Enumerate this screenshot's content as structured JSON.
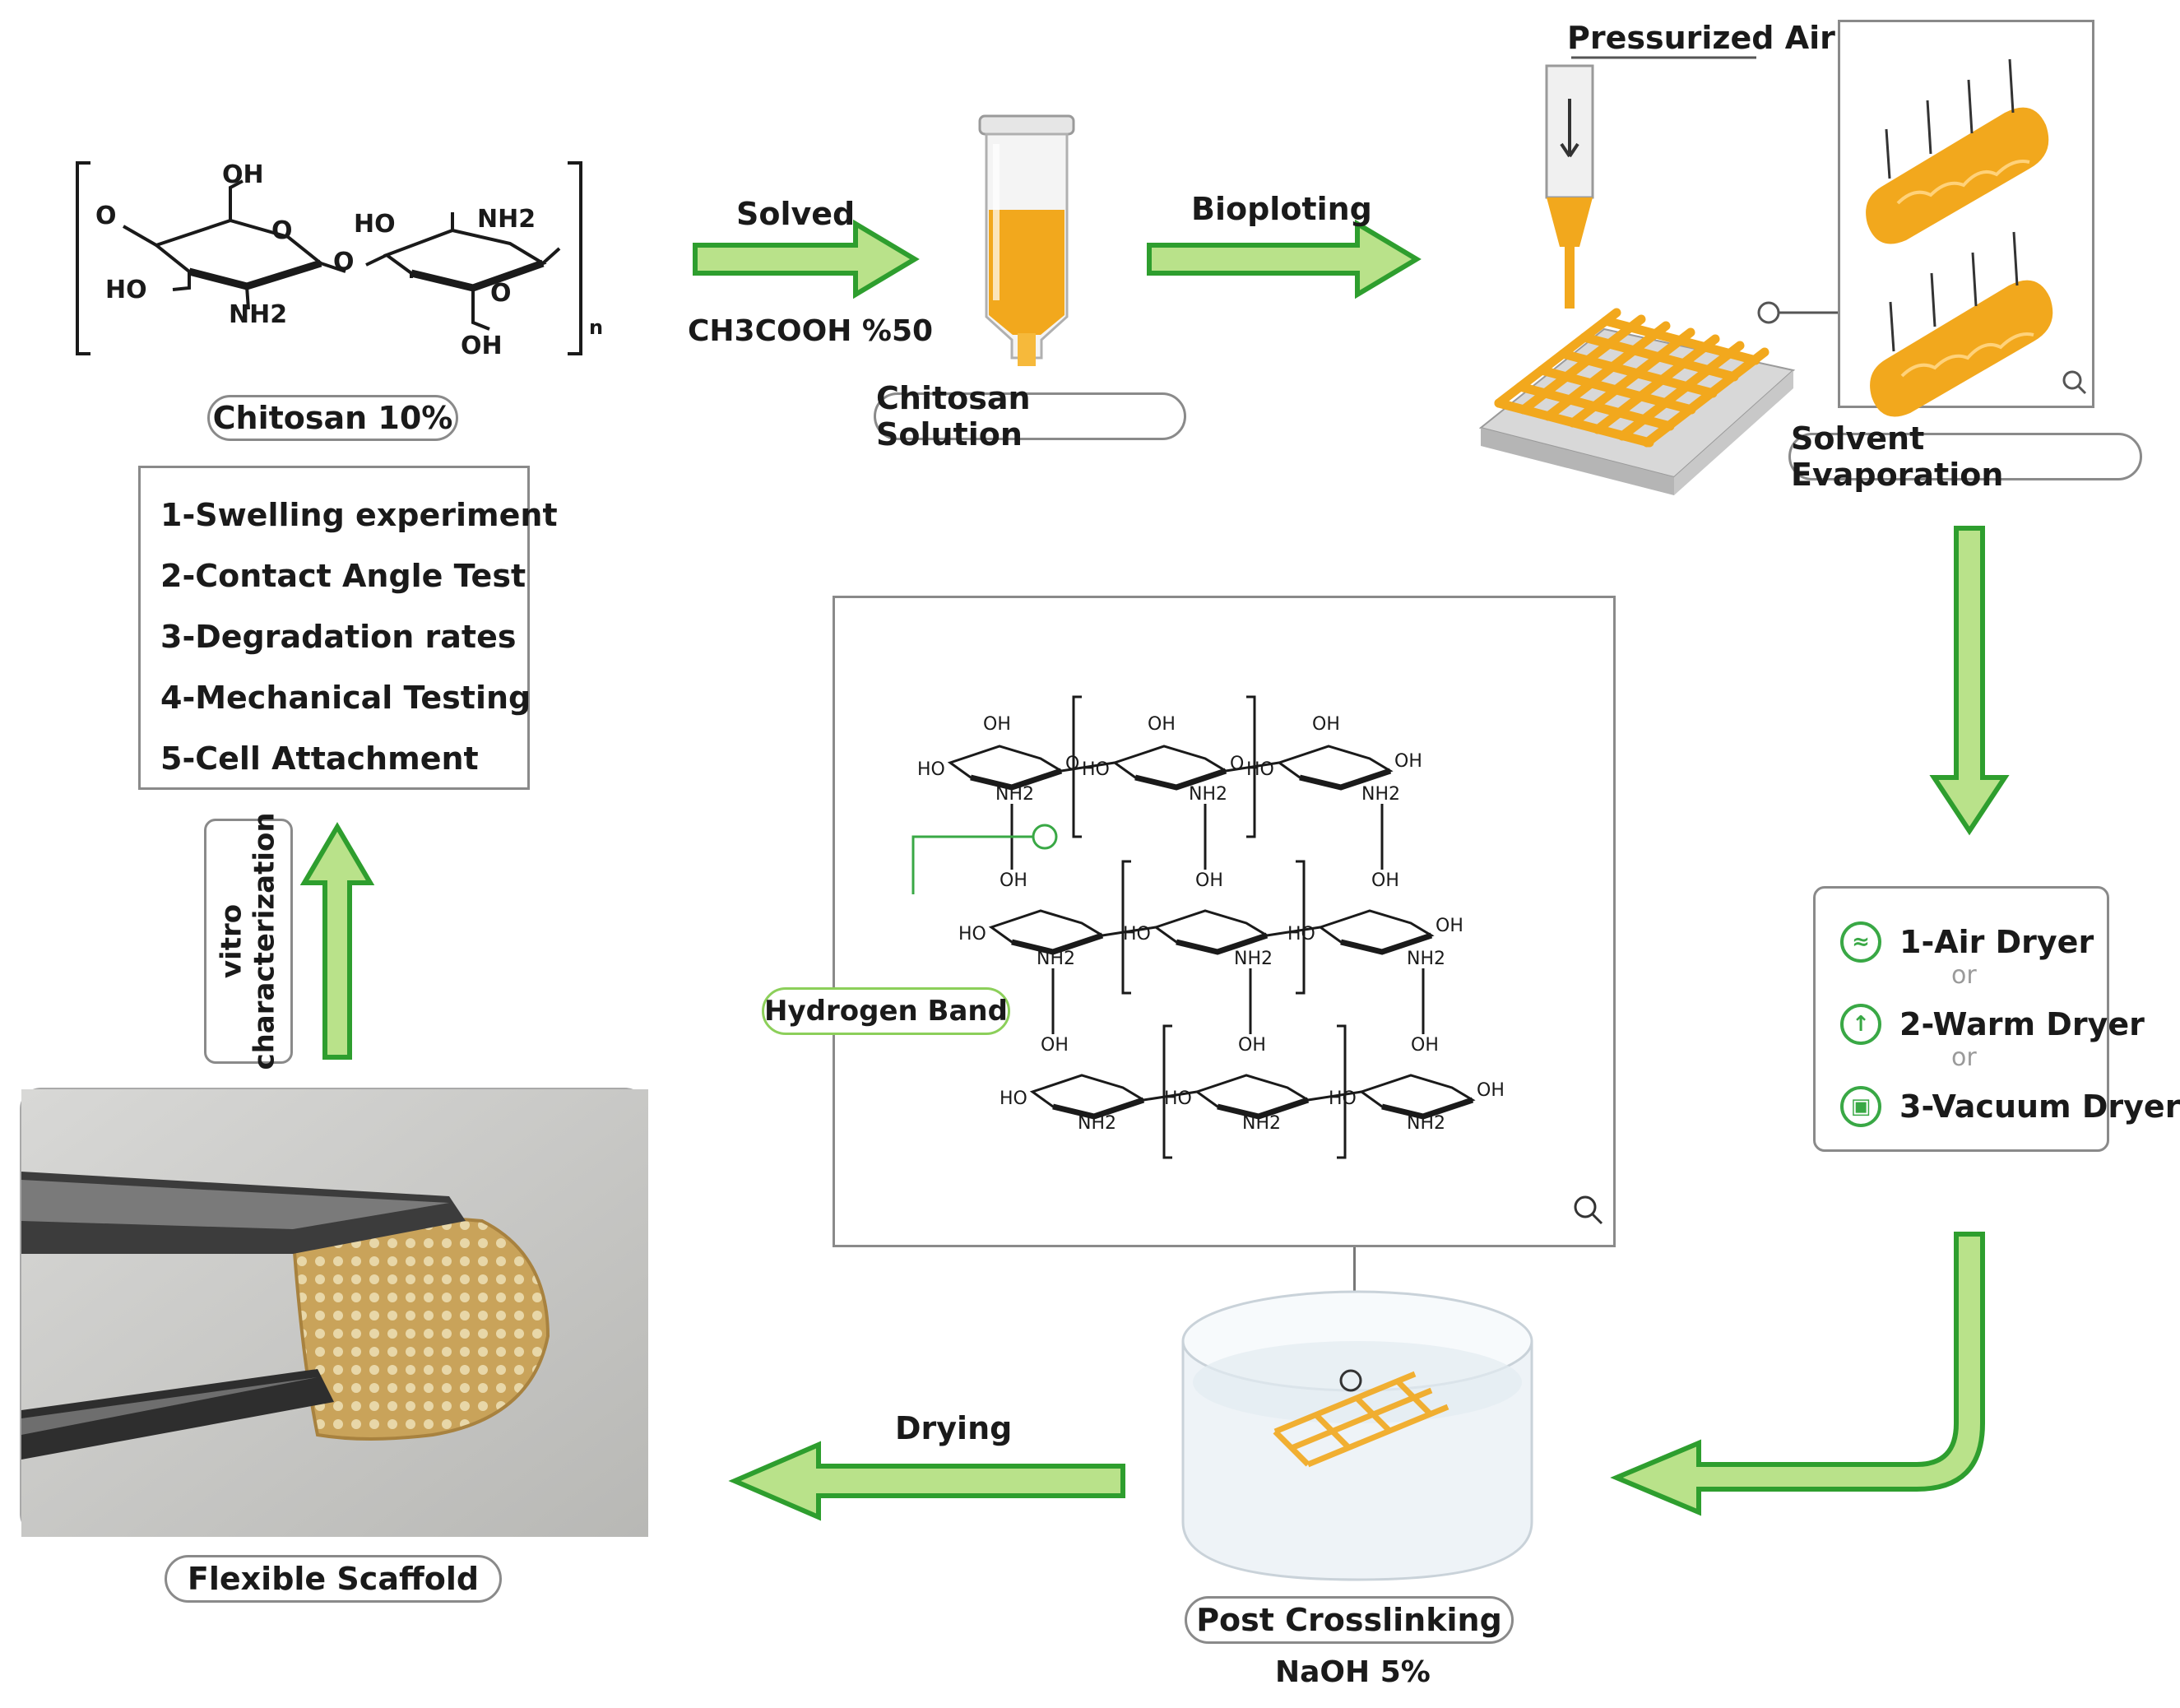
{
  "chitosan": {
    "structure_labels": [
      "OH",
      "O",
      "O",
      "HO",
      "NH2",
      "O",
      "HO",
      "NH2",
      "O",
      "OH",
      "n"
    ],
    "caption": "Chitosan 10%"
  },
  "step_solved": {
    "label": "Solved",
    "sublabel": "CH3COOH %50"
  },
  "solution": {
    "caption": "Chitosan Solution"
  },
  "step_bioploting": {
    "label": "Bioploting"
  },
  "printer": {
    "label": "Pressurized Air"
  },
  "evaporation": {
    "caption": "Solvent Evaporation"
  },
  "dryers": {
    "items": [
      {
        "label": "1-Air Dryer",
        "icon": "air-dryer-icon"
      },
      {
        "label": "2-Warm Dryer",
        "icon": "warm-dryer-icon"
      },
      {
        "label": "3-Vacuum Dryer",
        "icon": "vacuum-dryer-icon"
      }
    ],
    "or_text": "or"
  },
  "crosslinking": {
    "caption": "Post Crosslinking",
    "sublabel": "NaOH 5%"
  },
  "step_drying": {
    "label": "Drying"
  },
  "scaffold": {
    "caption": "Flexible Scaffold"
  },
  "characterization": {
    "label_line1": "vitro",
    "label_line2": "characterization"
  },
  "tests": [
    "1-Swelling experiment",
    "2-Contact Angle Test",
    "3-Degradation rates",
    "4-Mechanical Testing",
    "5-Cell Attachment"
  ],
  "network": {
    "callout": "Hydrogen Band",
    "atoms": {
      "oh": "OH",
      "ho": "HO",
      "nh2": "NH2",
      "o": "O"
    }
  },
  "colors": {
    "arrow_fill": "#b9e28a",
    "arrow_stroke": "#2e9e2e",
    "accent": "#39a845",
    "gold": "#f2a81d"
  }
}
